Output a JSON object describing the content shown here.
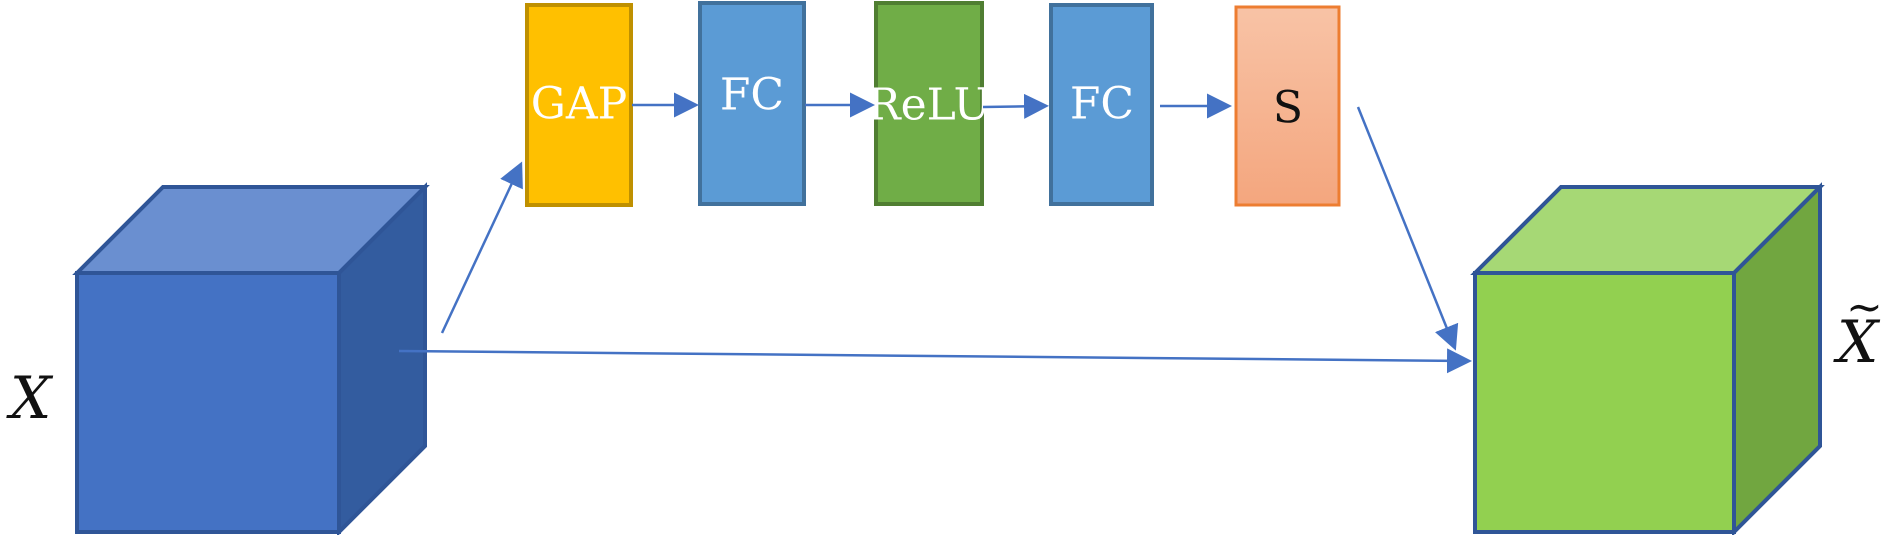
{
  "input": {
    "label": "X",
    "color": "#4472C4"
  },
  "output": {
    "label": "X",
    "accent": "~",
    "color": "#92D050"
  },
  "blocks": [
    {
      "id": "gap",
      "label": "GAP",
      "fill": "#FFC000",
      "stroke": "#BF9000",
      "text_color": "#ffffff"
    },
    {
      "id": "fc1",
      "label": "FC",
      "fill": "#5B9BD5",
      "stroke": "#41719C",
      "text_color": "#ffffff"
    },
    {
      "id": "relu",
      "label": "ReLU",
      "fill": "#70AD47",
      "stroke": "#507E32",
      "text_color": "#ffffff"
    },
    {
      "id": "fc2",
      "label": "FC",
      "fill": "#5B9BD5",
      "stroke": "#41719C",
      "text_color": "#ffffff"
    },
    {
      "id": "s",
      "label": "S",
      "fill": "#F4B183",
      "stroke": "#ED7D31",
      "text_color": "#111111"
    }
  ],
  "arrow_color": "#4472C4"
}
